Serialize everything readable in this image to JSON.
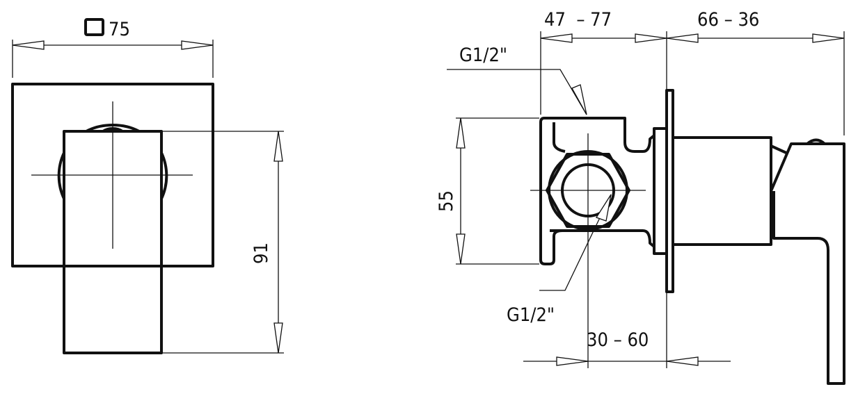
{
  "front_view": {
    "width_label": "75",
    "height_label": "91"
  },
  "side_view": {
    "top_left_dim": "47  – 77",
    "top_right_dim": "66 – 36",
    "height_dim": "55",
    "bottom_dim": "30 – 60",
    "thread_top": "G1/2\"",
    "thread_bottom": "G1/2\""
  }
}
